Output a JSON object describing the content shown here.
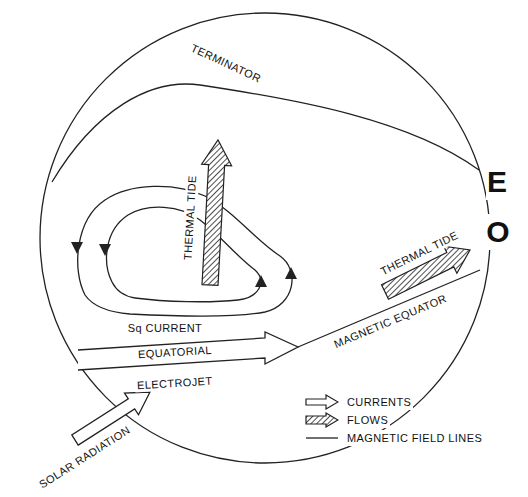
{
  "diagram": {
    "labels": [
      "TERMINATOR",
      "THERMAL TIDE",
      "E",
      "O",
      "THERMAL TIDE",
      "Sq CURRENT",
      "EQUATORIAL",
      "MAGNETIC EQUATOR",
      "ELECTROJET",
      "SOLAR RADIATION"
    ],
    "legend": [
      {
        "text": "CURRENTS"
      },
      {
        "text": "FLOWS"
      },
      {
        "text": "MAGNETIC FIELD LINES"
      }
    ]
  }
}
